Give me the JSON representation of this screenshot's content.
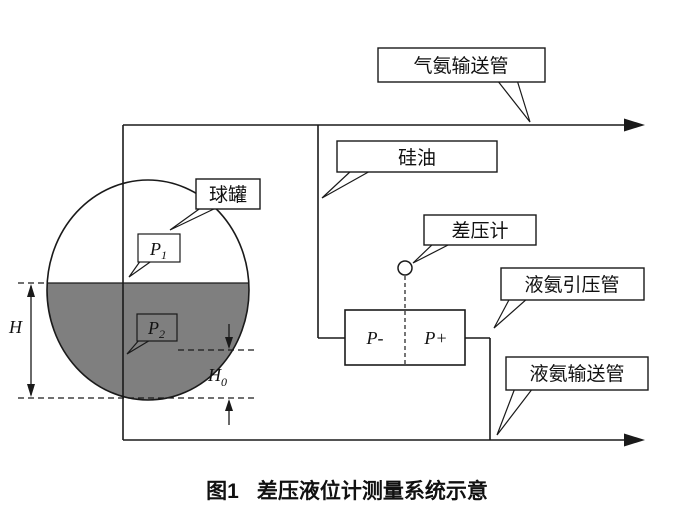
{
  "caption": {
    "figure_label": "图1",
    "title": "差压液位计测量系统示意"
  },
  "labels": {
    "gas_ammonia_pipe": "气氨输送管",
    "silicone_oil": "硅油",
    "spherical_tank": "球罐",
    "dp_gauge": "差压计",
    "liquid_ammonia_impulse_pipe": "液氨引压管",
    "liquid_ammonia_pipe": "液氨输送管",
    "p1": {
      "base": "P",
      "sub": "1"
    },
    "p2": {
      "base": "P",
      "sub": "2"
    },
    "p_minus": "P-",
    "p_plus": "P+",
    "h": "H",
    "h0": {
      "base": "H",
      "sub": "0"
    }
  },
  "colors": {
    "line": "#1a1a1a",
    "liquid": "#7f7f7f",
    "box_fill": "#ffffff",
    "background": "#ffffff"
  }
}
